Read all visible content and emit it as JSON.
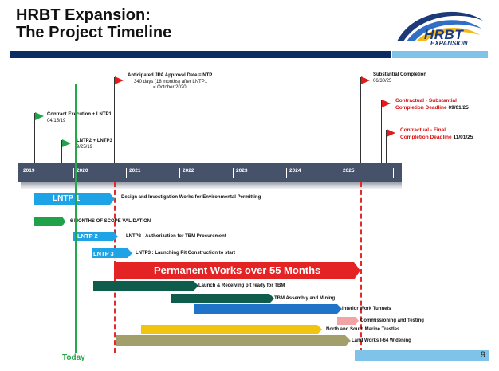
{
  "title_line1": "HRBT Expansion:",
  "title_line2": "The Project Timeline",
  "logo": {
    "text": "HRBT",
    "sub": "EXPANSION"
  },
  "colors": {
    "navy": "#0c2a63",
    "light_blue": "#7fc4e8",
    "green": "#25a84a",
    "red": "#e22b2b",
    "timeline": "#455269"
  },
  "years": [
    "2019",
    "2020",
    "2021",
    "2022",
    "2023",
    "2024",
    "2025"
  ],
  "milestones": {
    "contract": {
      "label": "Contract Execution + LNTP1",
      "date": "04/15/19"
    },
    "lntp23": {
      "label": "LNTP2 + LNTP3",
      "date": "9/25/19"
    },
    "jpa": {
      "label": "Anticipated JPA Approval Date = NTP",
      "line2": "340 days (18 months) after LNTP1",
      "line3": "= October 2020"
    },
    "substantial": {
      "label": "Substantial Completion",
      "date": "06/30/25"
    },
    "contract_subst": {
      "label1": "Contractual - Substantial",
      "label2": "Completion Deadline",
      "date": "09/01/25"
    },
    "contract_final": {
      "label1": "Contractual - Final",
      "label2": "Completion Deadline",
      "date": "11/01/25"
    }
  },
  "bars": {
    "lntp1": {
      "tag": "LNTP 1",
      "desc": "Design and Investigation Works for Environmental Permitting"
    },
    "scope": {
      "desc": "6 MONTHS OF SCOPE VALIDATION"
    },
    "lntp2": {
      "tag": "LNTP 2",
      "desc": "LNTP2 : Authorization for TBM Procurement"
    },
    "lntp3": {
      "tag": "LNTP 3",
      "desc": "LNTP3 : Launching Pit Construction to start"
    },
    "permanent": {
      "desc": "Permanent Works over 55 Months"
    },
    "launch": {
      "desc": "Launch & Receiving pit ready for TBM"
    },
    "tbm": {
      "desc": "TBM Assembly and Mining"
    },
    "interior": {
      "desc": "Interior Work Tunnels"
    },
    "commissioning": {
      "desc": "Commissioning and Testing"
    },
    "trestles": {
      "desc": "North and South Marine Trestles"
    },
    "land": {
      "desc": "Land Works I-64 Widening"
    }
  },
  "today": "Today",
  "page": "9"
}
